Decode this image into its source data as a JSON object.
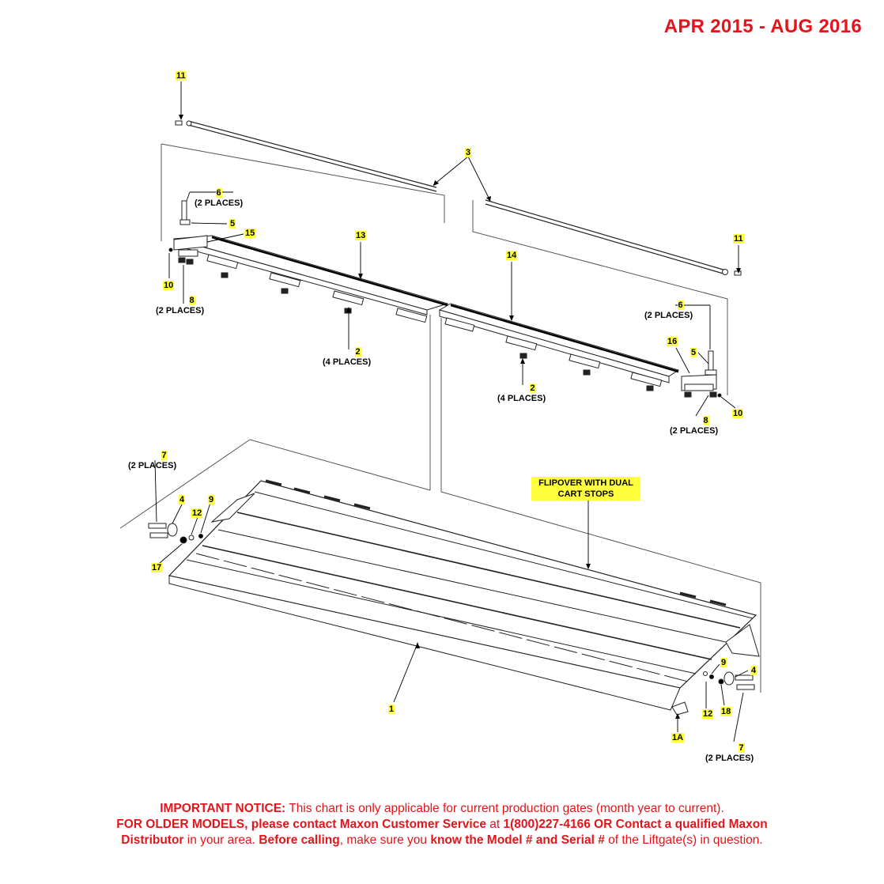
{
  "header": {
    "date_range": "APR 2015 - AUG 2016"
  },
  "callouts": {
    "c11a": {
      "num": "11"
    },
    "c3": {
      "num": "3"
    },
    "c6a": {
      "num": "6",
      "qty": "(2 PLACES)"
    },
    "c5a": {
      "num": "5"
    },
    "c15": {
      "num": "15"
    },
    "c13": {
      "num": "13"
    },
    "c14": {
      "num": "14"
    },
    "c11b": {
      "num": "11"
    },
    "c10a": {
      "num": "10"
    },
    "c8a": {
      "num": "8",
      "qty": "(2 PLACES)"
    },
    "c2a": {
      "num": "2",
      "qty": "(4 PLACES)"
    },
    "c6b": {
      "num": "6",
      "qty": "(2 PLACES)"
    },
    "c16": {
      "num": "16"
    },
    "c5b": {
      "num": "5"
    },
    "c2b": {
      "num": "2",
      "qty": "(4 PLACES)"
    },
    "c10b": {
      "num": "10"
    },
    "c8b": {
      "num": "8",
      "qty": "(2 PLACES)"
    },
    "c7a": {
      "num": "7",
      "qty": "(2 PLACES)"
    },
    "c4a": {
      "num": "4"
    },
    "c9a": {
      "num": "9"
    },
    "c12a": {
      "num": "12"
    },
    "c17": {
      "num": "17"
    },
    "c1": {
      "num": "1"
    },
    "c9b": {
      "num": "9"
    },
    "c4b": {
      "num": "4"
    },
    "c12b": {
      "num": "12"
    },
    "c18": {
      "num": "18"
    },
    "c1a": {
      "num": "1A"
    },
    "c7b": {
      "num": "7",
      "qty": "(2 PLACES)"
    }
  },
  "flipover_label": {
    "line1": "FLIPOVER WITH DUAL",
    "line2": "CART STOPS"
  },
  "notice": {
    "important_label": "IMPORTANT NOTICE:",
    "important_text": " This chart is only applicable for current production gates (month year to current).",
    "older_label": "FOR OLDER MODELS, please contact Maxon Customer Service",
    "older_mid": " at ",
    "phone": "1(800)227-4166",
    "or_contact": " OR Contact a qualified Maxon",
    "distributor": "Distributor",
    "in_area": " in your area. ",
    "before_calling": "Before calling",
    "make_sure": ", make sure you ",
    "know": "know the Model # and Serial #",
    "tail": " of the Liftgate(s) in question."
  }
}
